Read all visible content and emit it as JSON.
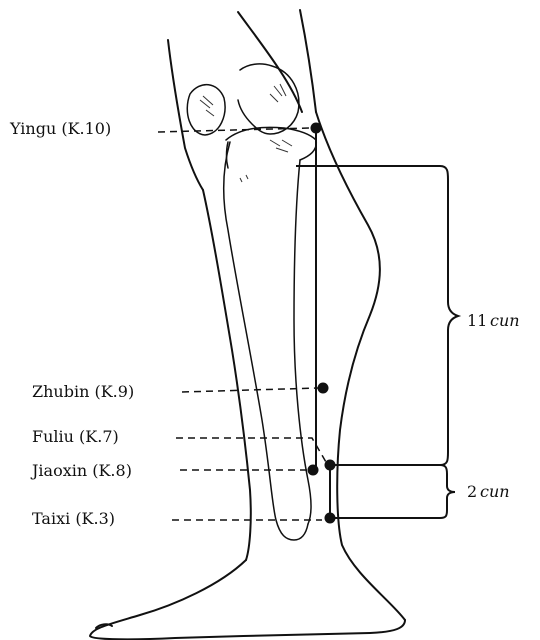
{
  "acupoints": [
    {
      "label": "Yingu (K.10)"
    },
    {
      "label": "Zhubin (K.9)"
    },
    {
      "label": "Fuliu (K.7)"
    },
    {
      "label": "Jiaoxin (K.8)"
    },
    {
      "label": "Taixi (K.3)"
    }
  ],
  "measurements": [
    {
      "number": "11",
      "unit": "cun"
    },
    {
      "number": "2",
      "unit": "cun"
    }
  ]
}
